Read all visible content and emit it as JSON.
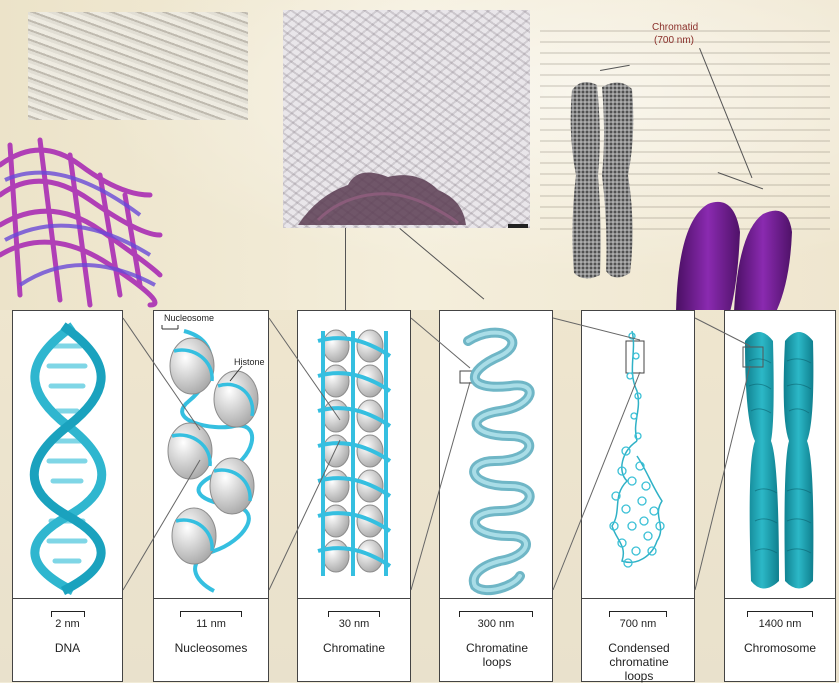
{
  "top_labels": {
    "chromatid": "Chromatid",
    "chromatid_size": "(700 nm)"
  },
  "panel_labels": {
    "nucleosome": "Nucleosome",
    "histone": "Histone"
  },
  "panels": [
    {
      "scale": "2 nm",
      "name": "DNA"
    },
    {
      "scale": "11 nm",
      "name": "Nucleosomes"
    },
    {
      "scale": "30 nm",
      "name": "Chromatine"
    },
    {
      "scale": "300 nm",
      "name": "Chromatine loops"
    },
    {
      "scale": "700 nm",
      "name": "Condensed chromatine loops"
    },
    {
      "scale": "1400 nm",
      "name": "Chromosome"
    }
  ],
  "colors": {
    "dna": "#2fb6cf",
    "dna_light": "#7fd6e6",
    "nucleosome_core": "#d8d8d8",
    "magenta": "#b03fb6",
    "purple": "#7a1d9a"
  }
}
